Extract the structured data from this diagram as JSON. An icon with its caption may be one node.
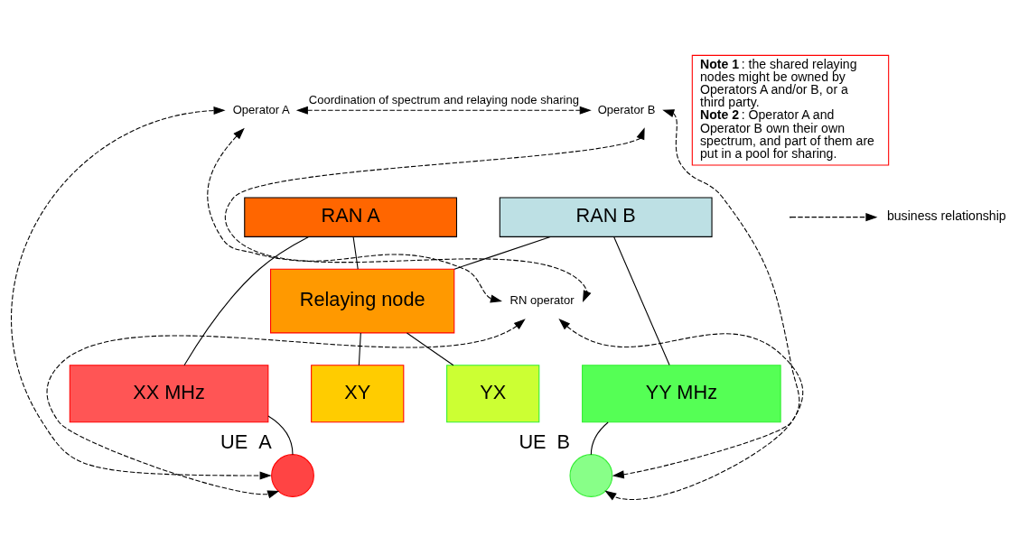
{
  "diagram": {
    "nodes": [
      {
        "text": [
          "Operator A"
        ]
      },
      {
        "text": [
          "Operator B"
        ]
      },
      {
        "text": [
          "RAN A"
        ]
      },
      {
        "text": [
          "RAN B"
        ]
      },
      {
        "text": [
          "RN operator"
        ]
      },
      {
        "text": [
          "Relaying node"
        ]
      },
      {
        "text": [
          "XX MHz"
        ]
      },
      {
        "text": [
          "XY"
        ]
      },
      {
        "text": [
          "YX"
        ]
      },
      {
        "text": [
          "YY MHz"
        ]
      },
      {
        "text": [],
        "shape": "circle",
        "beside": [
          "UE  A"
        ]
      },
      {
        "text": [],
        "shape": "circle",
        "beside": [
          "UE  B"
        ]
      },
      {
        "text": [
          "**Note 1**: the shared relaying nodes might be owned by Operators A and/or B, or a third party.",
          "**Note 2**: Operator A and Operator B own their own spectrum, and part of them are put in a pool for sharing."
        ]
      }
    ],
    "edges": [
      {
        "from": 0,
        "to": 1,
        "arrow": "both",
        "style": "dashed",
        "label": "Coordination of spectrum and relaying node sharing"
      },
      {
        "from": 2,
        "to": 5,
        "arrow": "none"
      },
      {
        "from": 3,
        "to": 5,
        "arrow": "none"
      },
      {
        "from": 2,
        "to": 6,
        "arrow": "none"
      },
      {
        "from": 3,
        "to": 9,
        "arrow": "none"
      },
      {
        "from": 5,
        "to": 7,
        "arrow": "none"
      },
      {
        "from": 5,
        "to": 8,
        "arrow": "none"
      },
      {
        "from": 6,
        "to": 10,
        "arrow": "none"
      },
      {
        "from": 9,
        "to": 11,
        "arrow": "none"
      },
      {
        "from": 0,
        "to": 10,
        "arrow": "both",
        "style": "dashed"
      },
      {
        "from": 0,
        "to": 4,
        "arrow": "both",
        "style": "dashed"
      },
      {
        "from": 4,
        "to": 10,
        "arrow": "both",
        "style": "dashed"
      },
      {
        "from": 1,
        "to": 11,
        "arrow": "both",
        "style": "dashed"
      },
      {
        "from": 1,
        "to": 4,
        "arrow": "both",
        "style": "dashed"
      },
      {
        "from": 4,
        "to": 11,
        "arrow": "both",
        "style": "dashed"
      }
    ],
    "legend": [
      {
        "text": "business relationship"
      }
    ]
  }
}
